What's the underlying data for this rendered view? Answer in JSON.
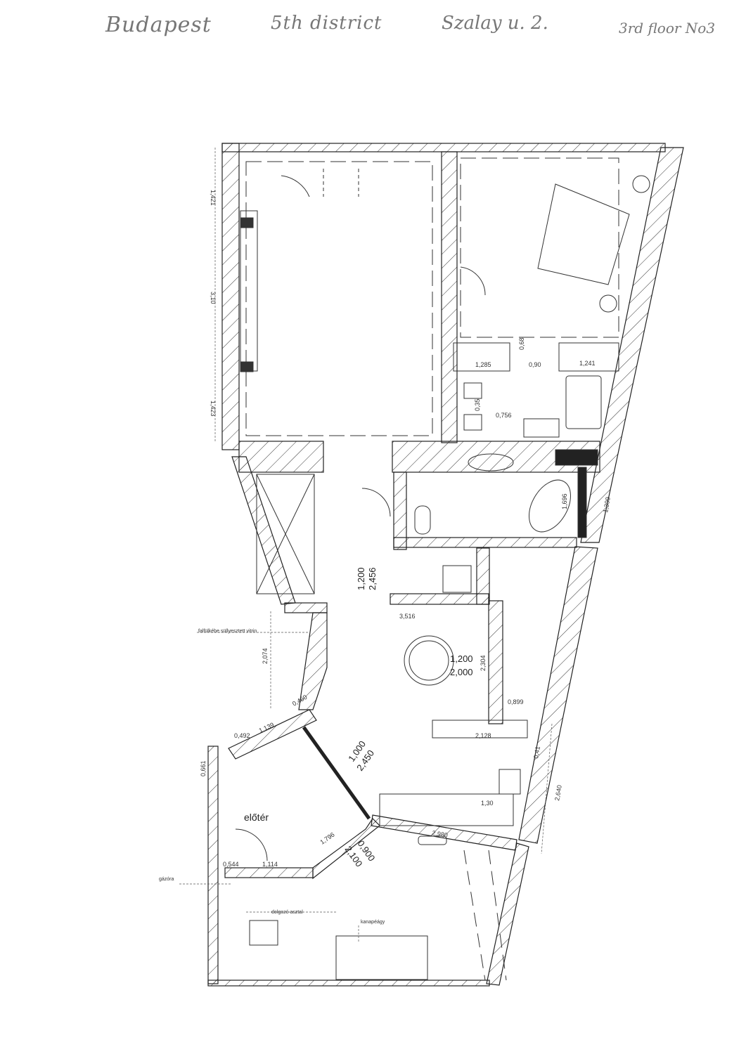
{
  "header": {
    "city": "Budapest",
    "district": "5th district",
    "street": "Szalay u. 2.",
    "floor": "3rd floor No3"
  },
  "labels": {
    "vitrin": "falfülkébe süllyesztett vitrin",
    "gas_meter": "gázóra",
    "desk": "dolgozó asztal",
    "sofa_bed": "kanapéágy",
    "hall": "előtér"
  },
  "dimensions": {
    "d1": "1,421",
    "d2": "3,10",
    "d3": "1,423",
    "d4": "1,285",
    "d5": "0,68",
    "d6": "0,90",
    "d7": "1,241",
    "d8": "0,35",
    "d9": "0,756",
    "d10": "1,696",
    "d11": "1,399",
    "d12": "1,200",
    "d13": "2,456",
    "d14": "3,516",
    "d15": "2,074",
    "d16": "1,200",
    "d17": "2,000",
    "d18": "2,304",
    "d19": "0,899",
    "d20": "0,460",
    "d21": "1,139",
    "d22": "0,492",
    "d23": "0,661",
    "d24": "1,000",
    "d25": "2,450",
    "d26": "2,128",
    "d27": "2,640",
    "d28": "1,30",
    "d29": "2,980",
    "d30": "1,796",
    "d31": "0,900",
    "d32": "2,100",
    "d33": "0,544",
    "d34": "1,114",
    "d35": "0,41"
  }
}
